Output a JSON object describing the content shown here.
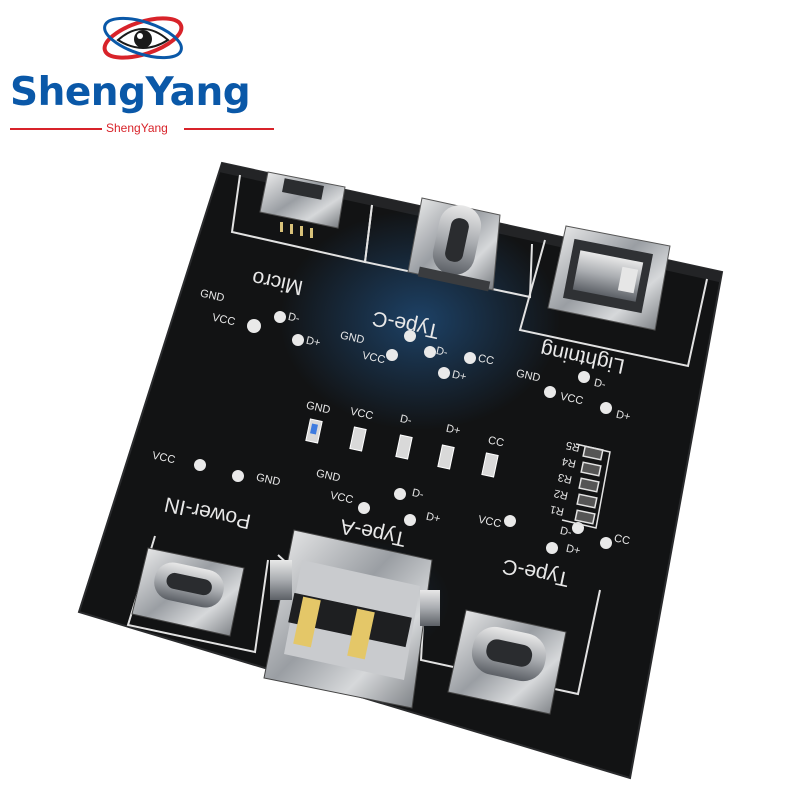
{
  "brand": {
    "name": "ShengYang",
    "subtitle": "ShengYang",
    "primary_color": "#0a58a8",
    "accent_color": "#d8232a"
  },
  "board": {
    "color": "#111213",
    "silk_color": "#e8e8e8",
    "sections": {
      "micro": "Micro",
      "type_c_top": "Type-C",
      "lightning": "Lightning",
      "power_in": "Power-IN",
      "type_a": "Type-A",
      "type_c_bottom": "Type-C"
    },
    "pins": {
      "micro": [
        "GND",
        "VCC",
        "D-",
        "D+"
      ],
      "type_c_top": [
        "GND",
        "VCC",
        "D-",
        "D+",
        "CC"
      ],
      "lightning": [
        "GND",
        "VCC",
        "D-",
        "D+"
      ],
      "led_row": [
        "GND",
        "VCC",
        "D-",
        "D+",
        "CC"
      ],
      "power_in": [
        "VCC",
        "GND"
      ],
      "type_a": [
        "GND",
        "VCC",
        "D-",
        "D+"
      ],
      "type_c_bottom": [
        "VCC",
        "D-",
        "D+",
        "CC"
      ]
    },
    "resistors": [
      "R5",
      "R4",
      "R3",
      "R2",
      "R1"
    ]
  }
}
